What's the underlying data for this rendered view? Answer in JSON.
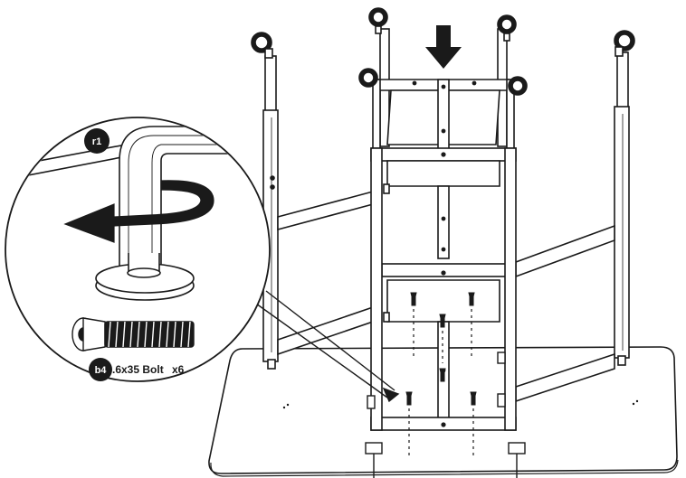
{
  "callout": {
    "step_part": "r1",
    "bolt_code": "b4",
    "bolt_desc": ".6x35 Bolt",
    "bolt_qty": "x6"
  },
  "colors": {
    "ink": "#1a1a1a",
    "paper": "#ffffff",
    "shade": "#d9d9d9"
  },
  "icons": [
    "down-arrow-icon",
    "rotate-arrow-icon",
    "caster-wheel-icon",
    "bolt-icon"
  ]
}
